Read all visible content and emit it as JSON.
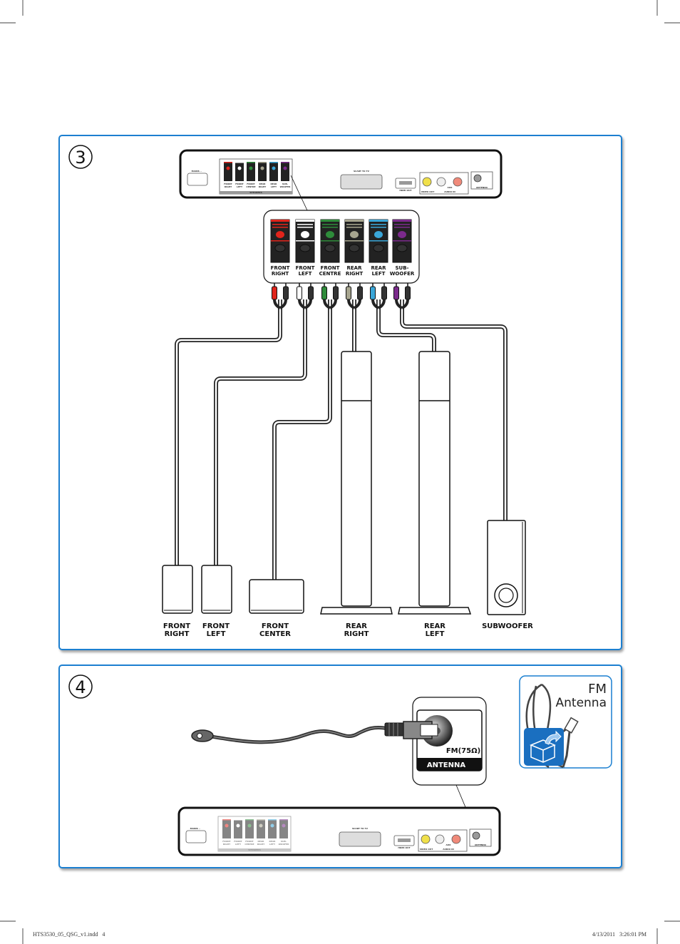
{
  "step3": {
    "number": "3",
    "connectors": [
      {
        "label": [
          "FRONT",
          "RIGHT"
        ],
        "color": "#e0241b"
      },
      {
        "label": [
          "FRONT",
          "LEFT"
        ],
        "color": "#ffffff"
      },
      {
        "label": [
          "FRONT",
          "CENTRE"
        ],
        "color": "#2e8b3a"
      },
      {
        "label": [
          "REAR",
          "RIGHT"
        ],
        "color": "#a7a58f"
      },
      {
        "label": [
          "REAR",
          "LEFT"
        ],
        "color": "#3aa6d8"
      },
      {
        "label": [
          "SUB-",
          "WOOFER"
        ],
        "color": "#7b2a8c"
      }
    ],
    "speakers": {
      "front_right": [
        "FRONT",
        "RIGHT"
      ],
      "front_left": [
        "FRONT",
        "LEFT"
      ],
      "front_center": [
        "FRONT",
        "CENTER"
      ],
      "rear_right": [
        "REAR",
        "RIGHT"
      ],
      "rear_left": [
        "REAR",
        "LEFT"
      ],
      "subwoofer": "SUBWOOFER"
    }
  },
  "device": {
    "mains": "MAINS ~",
    "speakers": "SPEAKERS",
    "scart": "SCART TO TV",
    "hdmi": "HDMI OUT",
    "video": "VIDEO OUT",
    "audio": "AUDIO IN",
    "aux": "AUX",
    "antenna": "ANTENNA"
  },
  "step4": {
    "number": "4",
    "socket_label": "FM(75Ω)",
    "socket_bar": "ANTENNA",
    "box_title_1": "FM",
    "box_title_2": "Antenna"
  },
  "colors": {
    "accent": "#1a7fd0"
  },
  "footer": {
    "left": "HTS3530_05_QSG_v1.indd   4",
    "right": "4/13/2011   3:26:01 PM"
  }
}
